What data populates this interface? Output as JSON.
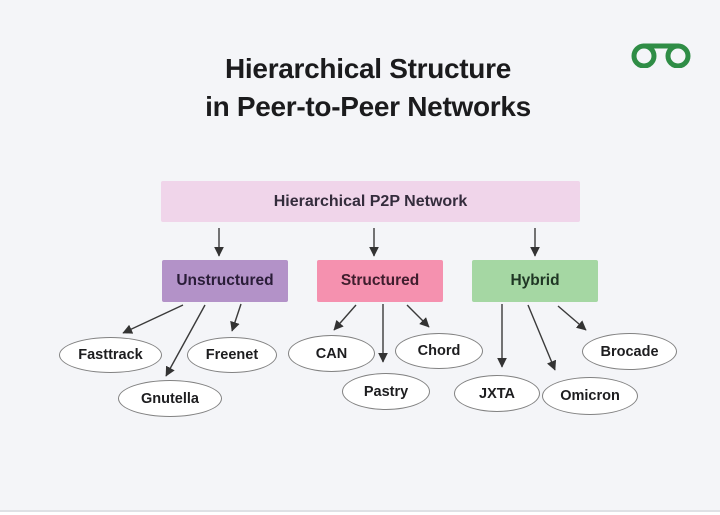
{
  "title": {
    "line1": "Hierarchical Structure",
    "line2": "in Peer-to-Peer Networks"
  },
  "logo": {
    "icon": "geeksforgeeks-logo",
    "color": "#2F8D46"
  },
  "colors": {
    "background": "#F4F5F8",
    "root_box": "#F0D5EA",
    "unstructured_box": "#B392C8",
    "structured_box": "#F591AF",
    "hybrid_box": "#A5D7A3",
    "leaf_fill": "#FFFFFF",
    "leaf_border": "#828282",
    "arrow": "#3a3a3a"
  },
  "diagram": {
    "root": {
      "label": "Hierarchical P2P Network"
    },
    "categories": [
      {
        "label": "Unstructured",
        "children": [
          "Fasttrack",
          "Gnutella",
          "Freenet"
        ]
      },
      {
        "label": "Structured",
        "children": [
          "CAN",
          "Pastry",
          "Chord"
        ]
      },
      {
        "label": "Hybrid",
        "children": [
          "JXTA",
          "Omicron",
          "Brocade"
        ]
      }
    ],
    "leaves": [
      {
        "label": "Fasttrack"
      },
      {
        "label": "Freenet"
      },
      {
        "label": "Gnutella"
      },
      {
        "label": "CAN"
      },
      {
        "label": "Chord"
      },
      {
        "label": "Pastry"
      },
      {
        "label": "Brocade"
      },
      {
        "label": "JXTA"
      },
      {
        "label": "Omicron"
      }
    ]
  }
}
